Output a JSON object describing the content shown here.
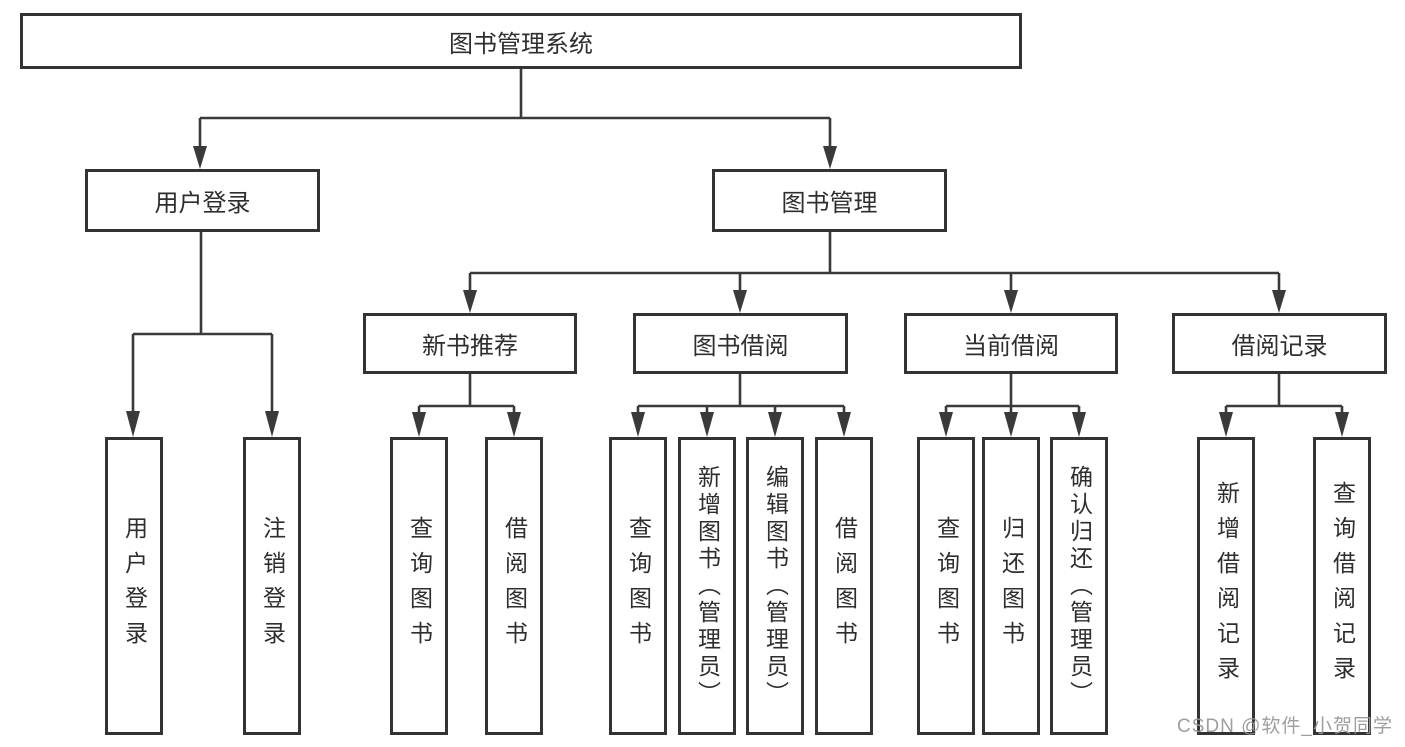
{
  "tree": {
    "root": {
      "label": "图书管理系统"
    },
    "level2": [
      {
        "label": "用户登录",
        "children": [
          {
            "label": "用户登录"
          },
          {
            "label": "注销登录"
          }
        ]
      },
      {
        "label": "图书管理",
        "children": [
          {
            "label": "新书推荐",
            "children": [
              {
                "label": "查询图书"
              },
              {
                "label": "借阅图书"
              }
            ]
          },
          {
            "label": "图书借阅",
            "children": [
              {
                "label": "查询图书"
              },
              {
                "label": "新增图书（管理员）"
              },
              {
                "label": "编辑图书（管理员）"
              },
              {
                "label": "借阅图书"
              }
            ]
          },
          {
            "label": "当前借阅",
            "children": [
              {
                "label": "查询图书"
              },
              {
                "label": "归还图书"
              },
              {
                "label": "确认归还（管理员）"
              }
            ]
          },
          {
            "label": "借阅记录",
            "children": [
              {
                "label": "新增借阅记录"
              },
              {
                "label": "查询借阅记录"
              }
            ]
          }
        ]
      }
    ]
  },
  "watermark": "CSDN @软件_小贺同学",
  "colors": {
    "background": "#ffffff",
    "box_border": "#333333",
    "box_fill": "#ffffff",
    "line": "#3a3a3a",
    "text": "#2e2e2e",
    "watermark": "#969696"
  }
}
